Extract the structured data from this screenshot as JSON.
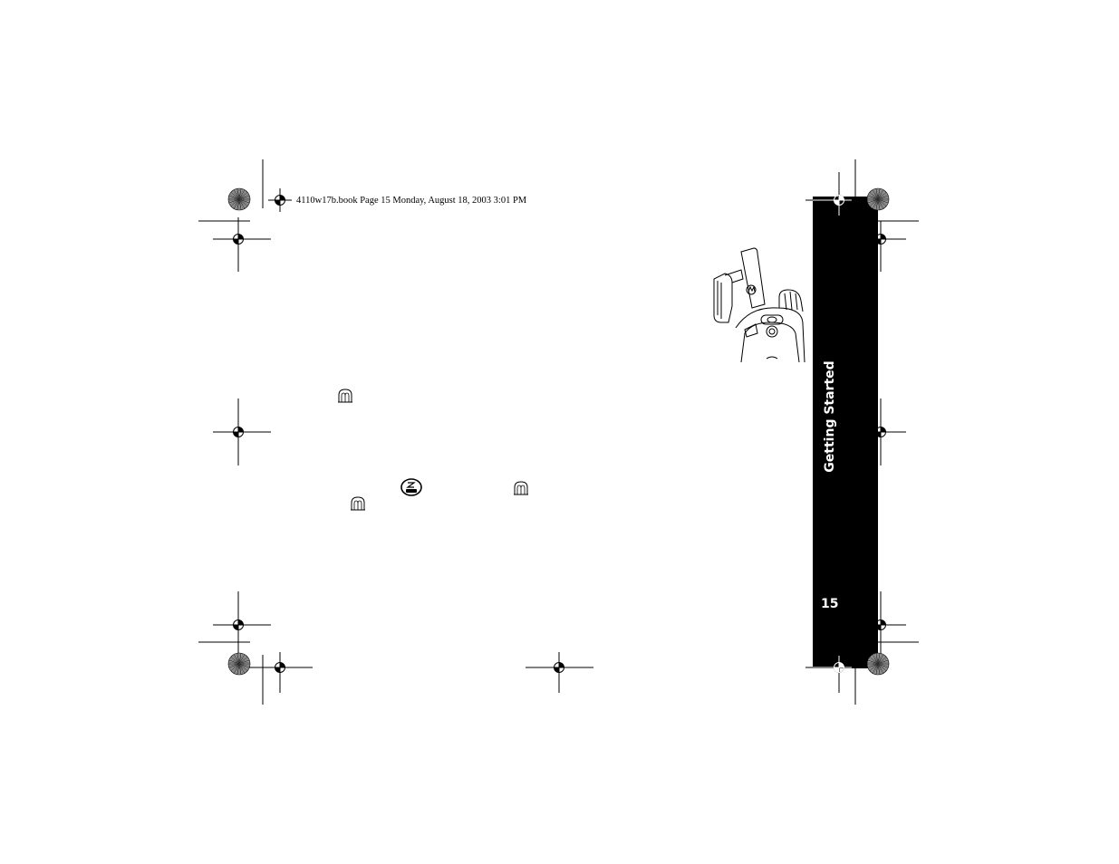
{
  "header": {
    "file_info": "4110w17b.book  Page 15  Monday, August 18, 2003  3:01 PM"
  },
  "side_tab": {
    "section_title": "Getting Started",
    "page_number": "15"
  },
  "icons": {
    "ptt": "ptt-button-icon",
    "mon": "mon-button-icon",
    "radio_illustration": "two-way-radio-illustration"
  },
  "colors": {
    "tab": "#000000",
    "page": "#ffffff",
    "registration": "#000000"
  }
}
